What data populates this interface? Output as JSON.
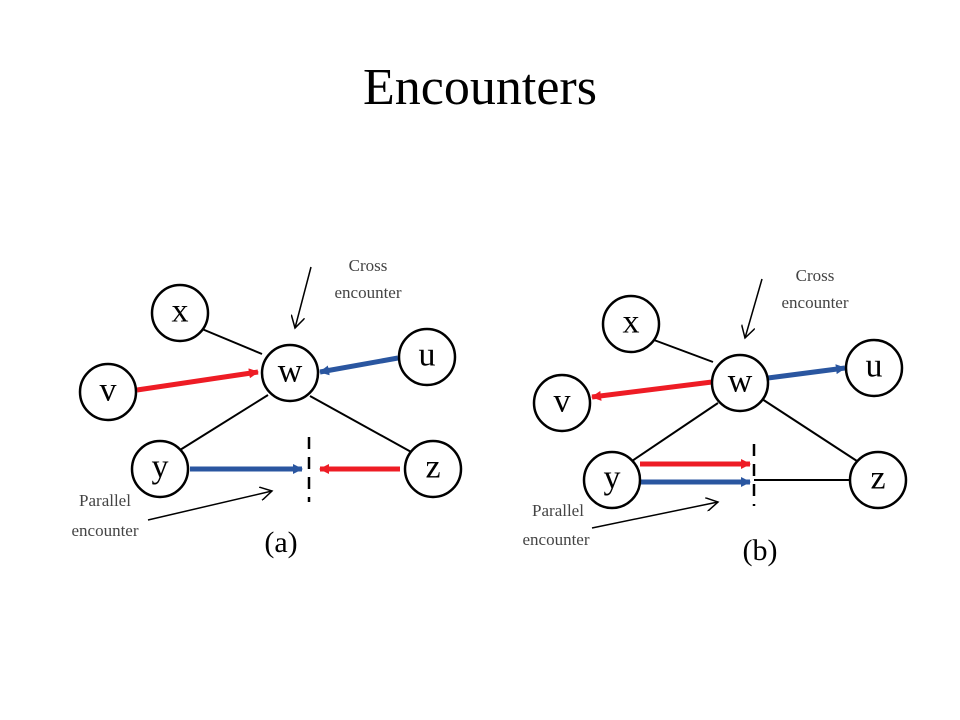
{
  "title": "Encounters",
  "colors": {
    "red": "#ee1c25",
    "blue": "#2a56a0",
    "black": "#000000"
  },
  "panel_a": {
    "label": "(a)",
    "nodes": {
      "x": "x",
      "v": "v",
      "w": "w",
      "u": "u",
      "y": "y",
      "z": "z"
    },
    "cross": [
      "Cross",
      "encounter"
    ],
    "parallel": [
      "Parallel",
      "encounter"
    ]
  },
  "panel_b": {
    "label": "(b)",
    "nodes": {
      "x": "x",
      "v": "v",
      "w": "w",
      "u": "u",
      "y": "y",
      "z": "z"
    },
    "cross": [
      "Cross",
      "encounter"
    ],
    "parallel": [
      "Parallel",
      "encounter"
    ]
  }
}
